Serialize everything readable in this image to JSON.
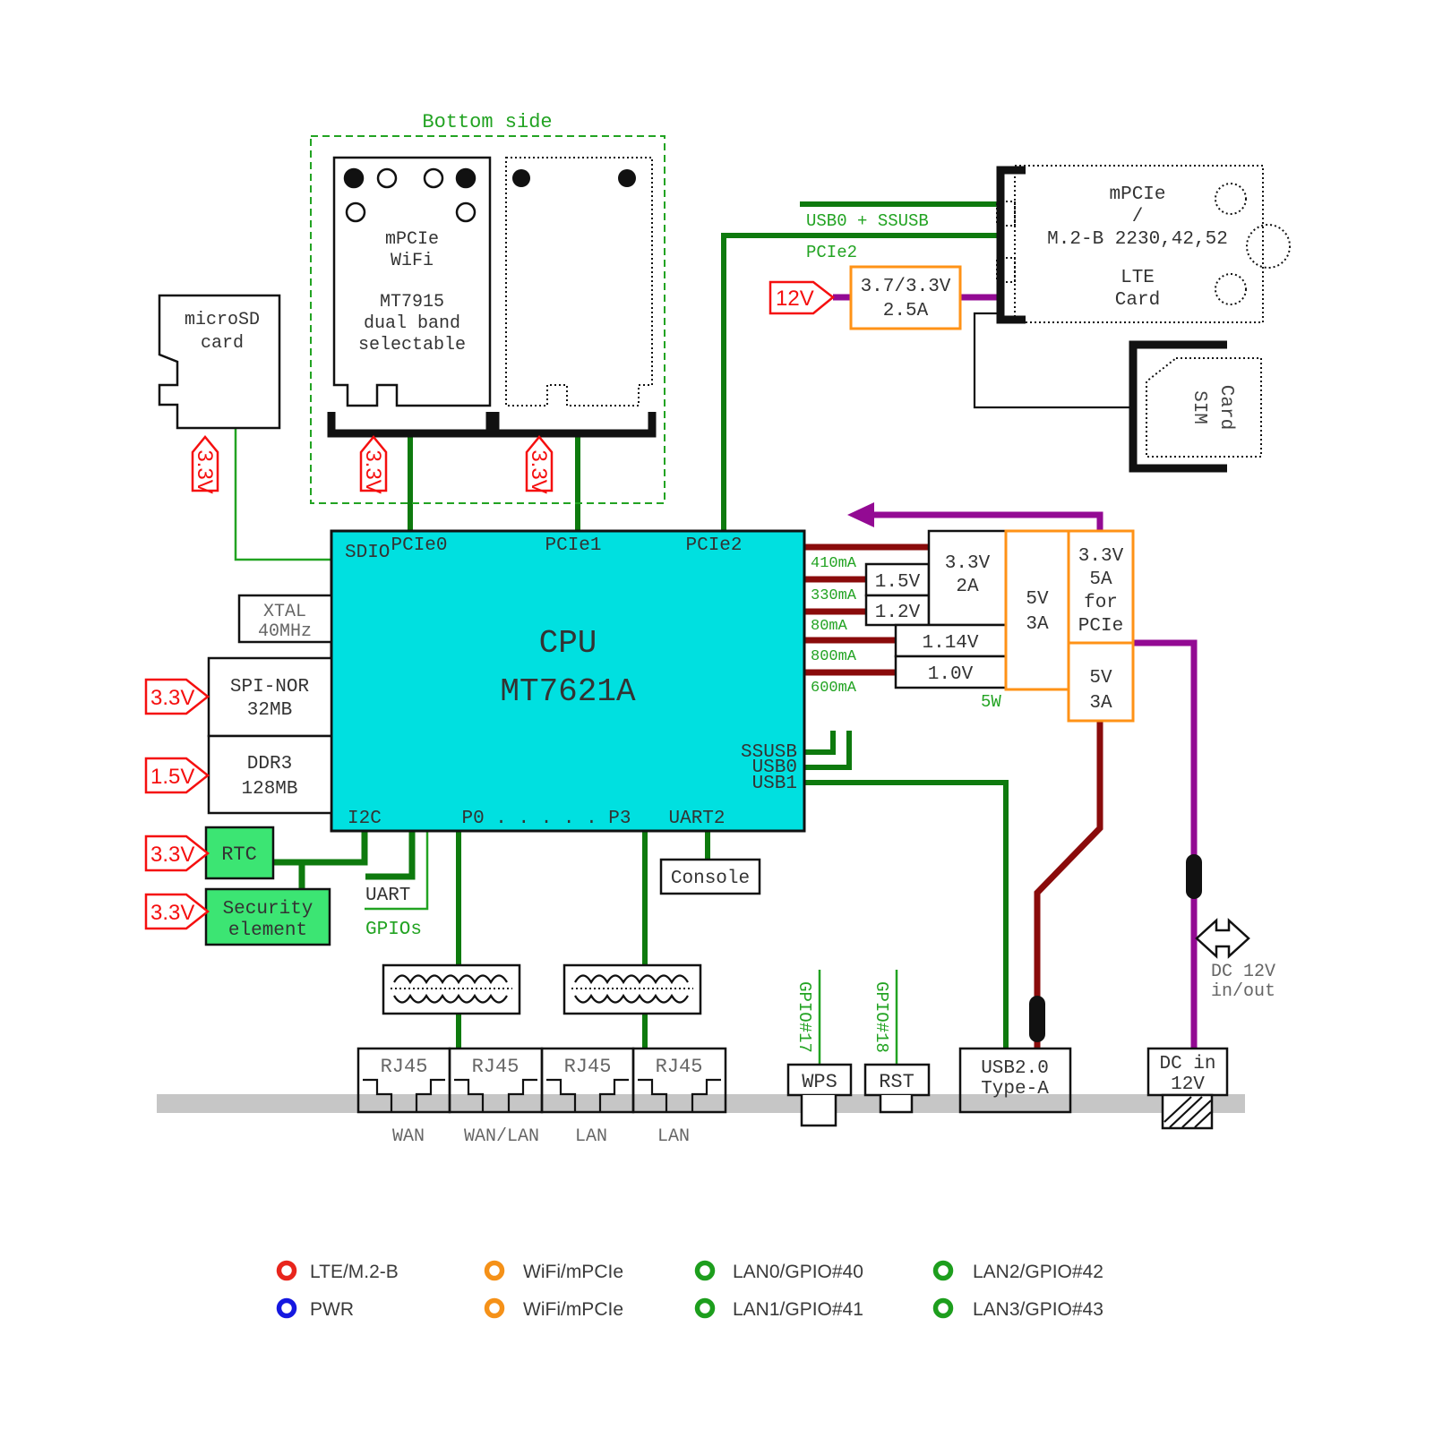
{
  "bottom_side": {
    "title": "Bottom side",
    "card1": {
      "l1": "mPCIe",
      "l2": "WiFi",
      "l3": "MT7915",
      "l4": "dual band",
      "l5": "selectable"
    }
  },
  "microsd": {
    "l1": "microSD",
    "l2": "card"
  },
  "lte": {
    "l1": "mPCIe",
    "l2": "/",
    "l3": "M.2-B 2230,42,52",
    "l4": "LTE",
    "l5": "Card"
  },
  "sim": {
    "l1": "SIM",
    "l2": "Card"
  },
  "conv12": {
    "l1": "3.7/3.3V",
    "l2": "2.5A"
  },
  "tags": {
    "v33": "3.3V",
    "v15": "1.5V",
    "v12": "12V"
  },
  "buses": {
    "usb0_ssusb": "USB0 + SSUSB",
    "pcie2": "PCIe2",
    "uart": "UART",
    "gpios": "GPIOs",
    "gpio17": "GPIO#17",
    "gpio18": "GPIO#18",
    "power_5w": "5W"
  },
  "cpu": {
    "name1": "CPU",
    "name2": "MT7621A",
    "sdio": "SDIO",
    "pcie0": "PCIe0",
    "pcie1": "PCIe1",
    "pcie2": "PCIe2",
    "ssusb": "SSUSB",
    "usb0": "USB0",
    "usb1": "USB1",
    "i2c": "I2C",
    "ports": "P0 . . . . . P3",
    "uart2": "UART2"
  },
  "rails": {
    "r1": "410mA",
    "r2": "330mA",
    "r3": "80mA",
    "r4": "800mA",
    "r5": "600mA"
  },
  "regs": {
    "v15": "1.5V",
    "v12": "1.2V",
    "v33a": "3.3V",
    "v33b": "2A",
    "v114": "1.14V",
    "v10": "1.0V",
    "v5a": "5V",
    "v5b": "3A",
    "pcie_a": "3.3V",
    "pcie_b": "5A",
    "pcie_c": "for",
    "pcie_d": "PCIe",
    "v5c": "5V",
    "v5d": "3A"
  },
  "blocks": {
    "xtal1": "XTAL",
    "xtal2": "40MHz",
    "spi1": "SPI-NOR",
    "spi2": "32MB",
    "ddr1": "DDR3",
    "ddr2": "128MB",
    "rtc": "RTC",
    "sec1": "Security",
    "sec2": "element",
    "console": "Console"
  },
  "ports": {
    "rj45": "RJ45",
    "wan": "WAN",
    "wanlan": "WAN/LAN",
    "lan": "LAN",
    "wps": "WPS",
    "rst": "RST",
    "usb1": "USB2.0",
    "usb2": "Type-A",
    "dc1": "DC in",
    "dc2": "12V",
    "dcio1": "DC 12V",
    "dcio2": "in/out"
  },
  "legend": {
    "items": [
      {
        "label": "LTE/M.2-B",
        "color": "#e8251c"
      },
      {
        "label": "PWR",
        "color": "#1518e0"
      },
      {
        "label": "WiFi/mPCIe",
        "color": "#f59118"
      },
      {
        "label": "WiFi/mPCIe",
        "color": "#f59118"
      },
      {
        "label": "LAN0/GPIO#40",
        "color": "#1d9e1d"
      },
      {
        "label": "LAN1/GPIO#41",
        "color": "#1d9e1d"
      },
      {
        "label": "LAN2/GPIO#42",
        "color": "#1d9e1d"
      },
      {
        "label": "LAN3/GPIO#43",
        "color": "#1d9e1d"
      }
    ]
  }
}
